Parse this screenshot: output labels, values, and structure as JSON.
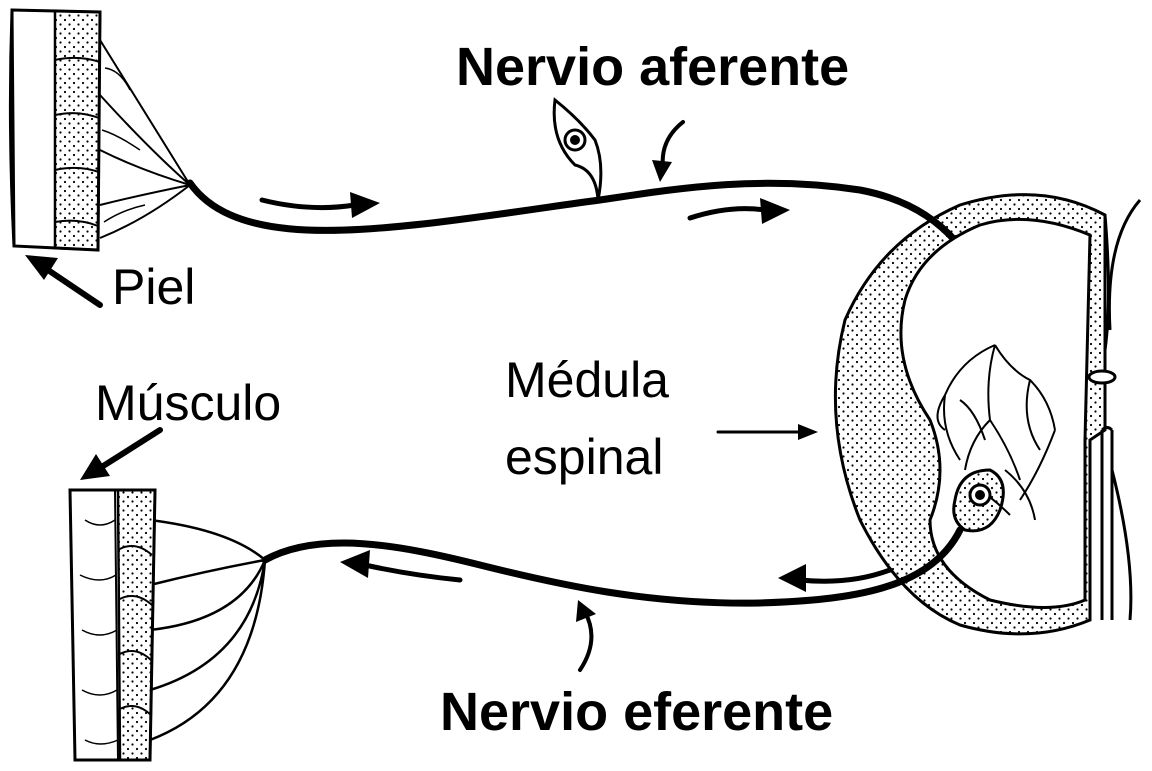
{
  "labels": {
    "afferent": "Nervio aferente",
    "efferent": "Nervio eferente",
    "skin": "Piel",
    "muscle": "Músculo",
    "cord_line1": "Médula",
    "cord_line2": "espinal"
  },
  "colors": {
    "ink": "#000000",
    "paper": "#ffffff"
  }
}
